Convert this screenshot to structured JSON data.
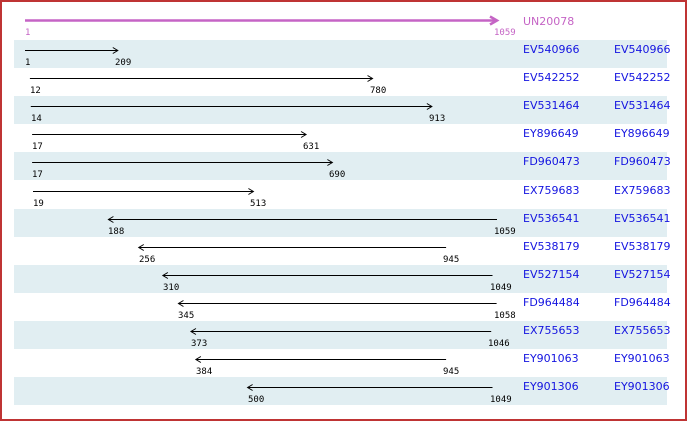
{
  "viewer": {
    "colors": {
      "frame_border": "#bf3434",
      "reference": "#c564c5",
      "read_label": "#1414e0",
      "arrow": "#000000",
      "band": "#e1eef2",
      "background": "#ffffff"
    },
    "track": {
      "scale": {
        "min": 1,
        "max": 1059
      },
      "reference": {
        "label": "UN20078",
        "start": 1,
        "end": 1059,
        "direction": "right"
      },
      "reads": [
        {
          "label": "EV540966",
          "start": 1,
          "end": 209,
          "direction": "right"
        },
        {
          "label": "EV542252",
          "start": 12,
          "end": 780,
          "direction": "right"
        },
        {
          "label": "EV531464",
          "start": 14,
          "end": 913,
          "direction": "right"
        },
        {
          "label": "EY896649",
          "start": 17,
          "end": 631,
          "direction": "right"
        },
        {
          "label": "FD960473",
          "start": 17,
          "end": 690,
          "direction": "right"
        },
        {
          "label": "EX759683",
          "start": 19,
          "end": 513,
          "direction": "right"
        },
        {
          "label": "EV536541",
          "start": 188,
          "end": 1059,
          "direction": "left"
        },
        {
          "label": "EV538179",
          "start": 256,
          "end": 945,
          "direction": "left"
        },
        {
          "label": "EV527154",
          "start": 310,
          "end": 1049,
          "direction": "left"
        },
        {
          "label": "FD964484",
          "start": 345,
          "end": 1058,
          "direction": "left"
        },
        {
          "label": "EX755653",
          "start": 373,
          "end": 1046,
          "direction": "left"
        },
        {
          "label": "EY901063",
          "start": 384,
          "end": 945,
          "direction": "left"
        },
        {
          "label": "EY901306",
          "start": 500,
          "end": 1049,
          "direction": "left"
        }
      ]
    }
  }
}
